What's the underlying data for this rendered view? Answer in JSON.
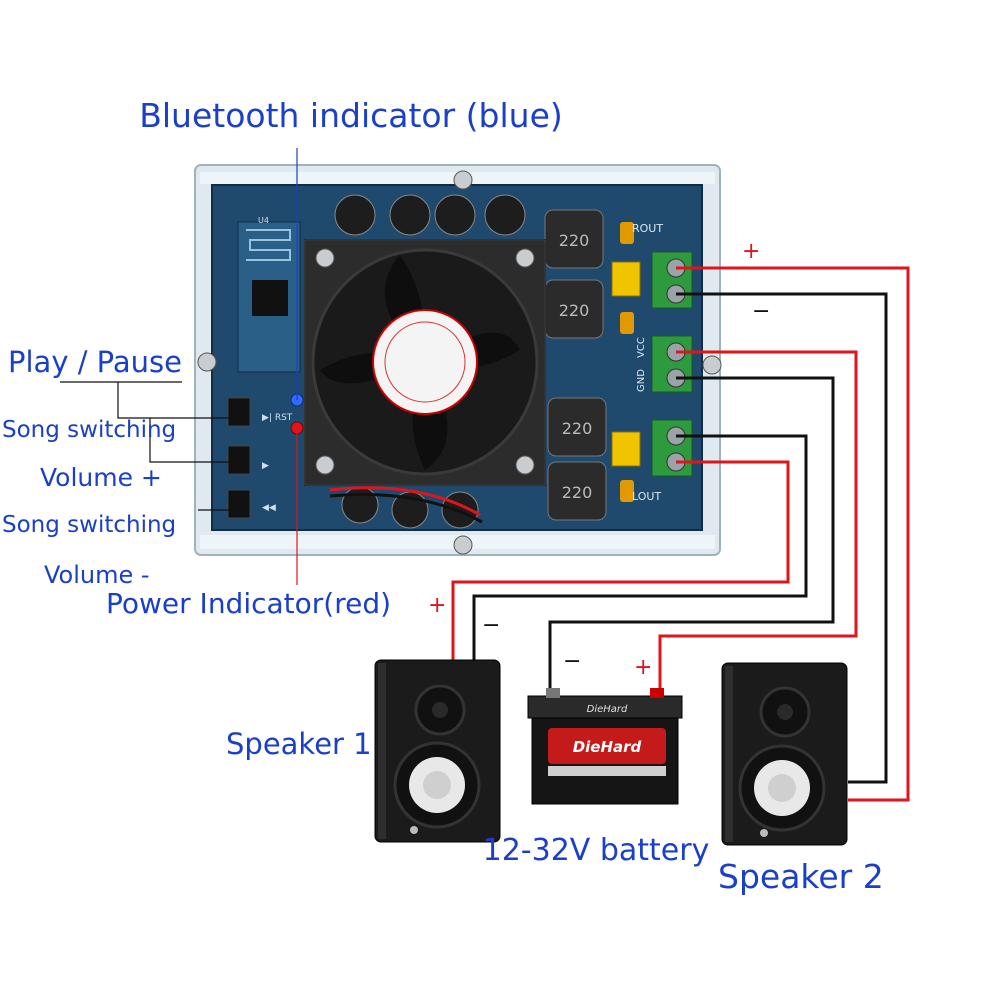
{
  "labels": {
    "bluetooth_indicator": "Bluetooth indicator (blue)",
    "play_pause": "Play / Pause",
    "song_switching_1": "Song switching",
    "volume_plus": "Volume +",
    "song_switching_2": "Song switching",
    "volume_minus": "Volume -",
    "power_indicator": "Power Indicator(red)",
    "speaker_1": "Speaker 1",
    "battery": "12-32V battery",
    "speaker_2": "Speaker 2"
  },
  "polarity": {
    "plus": "+",
    "minus": "−"
  },
  "board_text": {
    "rout": "ROUT",
    "lout": "LOUT",
    "vcc": "VCC",
    "gnd": "GND",
    "inductor_1": "220",
    "inductor_2": "220",
    "inductor_3": "220",
    "inductor_4": "220"
  },
  "battery_text": {
    "brand": "DieHard"
  },
  "colors": {
    "label_blue": "#1a3fc8",
    "wire_red": "#e0141b",
    "wire_black": "#111111",
    "pcb": "#1f4a6e",
    "terminal_green": "#2e9a3e",
    "capacitor_yellow": "#f1c400"
  }
}
